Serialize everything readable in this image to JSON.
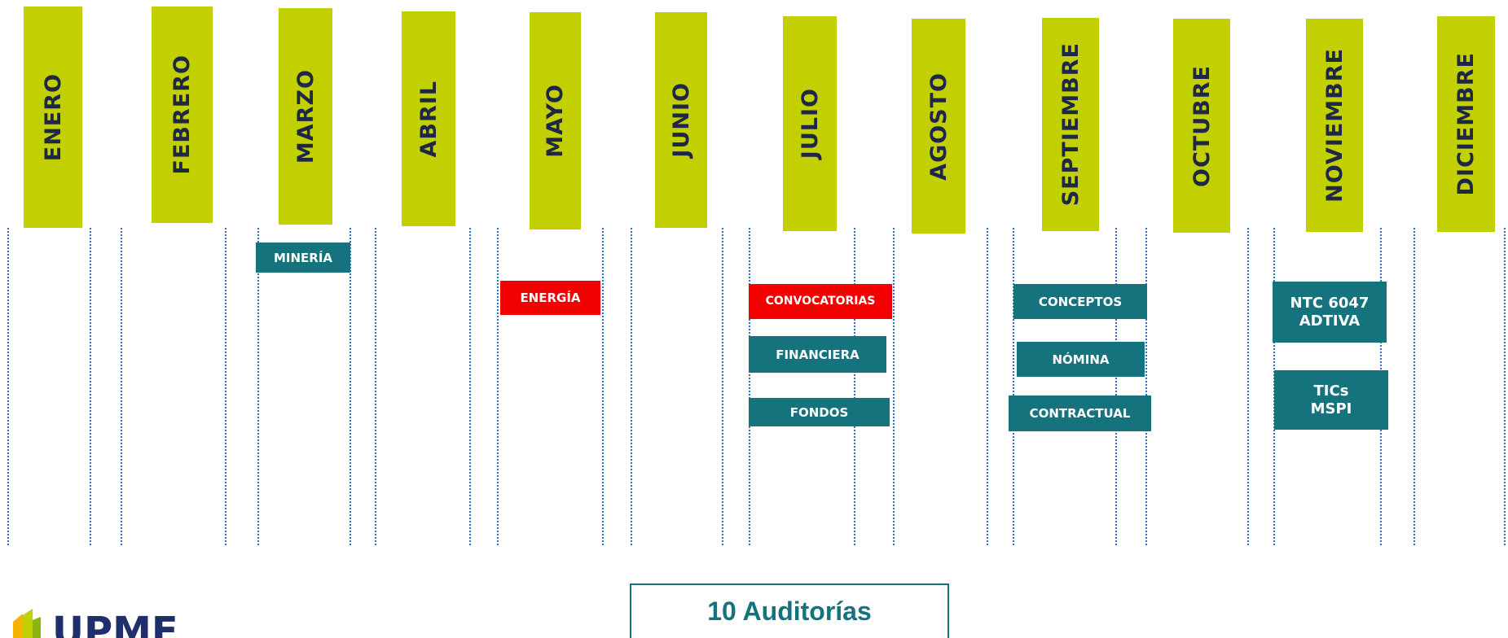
{
  "months": [
    "ENERO",
    "FEBRERO",
    "MARZO",
    "ABRIL",
    "MAYO",
    "JUNIO",
    "JULIO",
    "AGOSTO",
    "SEPTIEMBRE",
    "OCTUBRE",
    "NOVIEMBRE",
    "DICIEMBRE"
  ],
  "audits": [
    {
      "month": "MARZO",
      "label": "MINERÍA",
      "color": "teal"
    },
    {
      "month": "MAYO",
      "label": "ENERGÍA",
      "color": "red"
    },
    {
      "month": "JULIO",
      "label": "CONVOCATORIAS",
      "color": "red"
    },
    {
      "month": "JULIO",
      "label": "FINANCIERA",
      "color": "teal"
    },
    {
      "month": "JULIO",
      "label": "FONDOS",
      "color": "teal"
    },
    {
      "month": "SEPTIEMBRE",
      "label": "CONCEPTOS",
      "color": "teal"
    },
    {
      "month": "SEPTIEMBRE",
      "label": "NÓMINA",
      "color": "teal"
    },
    {
      "month": "SEPTIEMBRE",
      "label": "CONTRACTUAL",
      "color": "teal"
    },
    {
      "month": "NOVIEMBRE",
      "label": "NTC 6047\nADTIVA",
      "color": "teal"
    },
    {
      "month": "NOVIEMBRE",
      "label": "TICs\nMSPI",
      "color": "teal"
    }
  ],
  "summary": "10 Auditorías",
  "logo_text": "UPME",
  "colors": {
    "month_bar": "#c2cf00",
    "month_text": "#1f2747",
    "teal": "#14737c",
    "red": "#f30000",
    "dotted_line": "#2a6fc4"
  }
}
